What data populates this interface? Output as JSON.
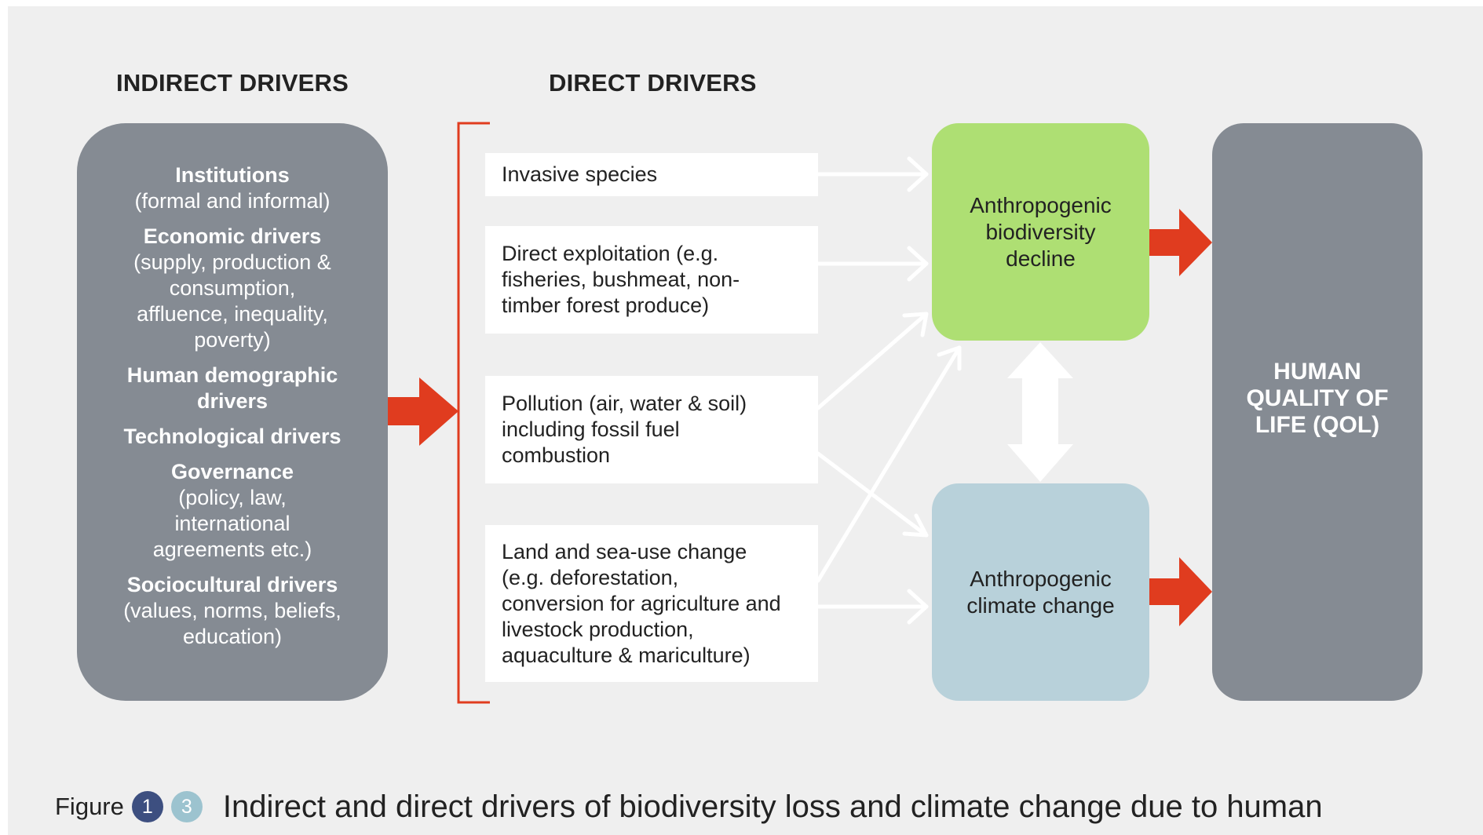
{
  "headings": {
    "indirect": "INDIRECT DRIVERS",
    "direct": "DIRECT DRIVERS"
  },
  "indirect_drivers": [
    {
      "title": "Institutions",
      "detail": "(formal and informal)"
    },
    {
      "title": "Economic drivers",
      "detail": "(supply, production & consumption, affluence, inequality, poverty)"
    },
    {
      "title": "Human demographic drivers",
      "detail": ""
    },
    {
      "title": "Technological drivers",
      "detail": ""
    },
    {
      "title": "Governance",
      "detail": "(policy, law, international agreements etc.)"
    },
    {
      "title": "Sociocultural drivers",
      "detail": "(values, norms, beliefs, education)"
    }
  ],
  "direct_drivers": {
    "invasive": "Invasive species",
    "exploitation": "Direct exploitation (e.g. fisheries, bushmeat, non-timber forest produce)",
    "pollution": "Pollution (air, water & soil) including fossil fuel combustion",
    "land_sea": "Land and sea-use change (e.g. deforestation, conversion for agriculture and livestock production, aquaculture & mariculture)"
  },
  "outcomes": {
    "biodiversity": "Anthropogenic biodiversity decline",
    "climate": "Anthropogenic climate change",
    "qol": "HUMAN QUALITY OF LIFE (QOL)"
  },
  "caption": {
    "figure_word": "Figure",
    "badge_1": "1",
    "badge_3": "3",
    "title": "Indirect and direct drivers of biodiversity loss and climate change due to human"
  },
  "colors": {
    "accent_red": "#e03c1f",
    "biodiversity_green": "#aedf73",
    "climate_blue": "#b8d1da",
    "driver_grey": "#858b93"
  }
}
